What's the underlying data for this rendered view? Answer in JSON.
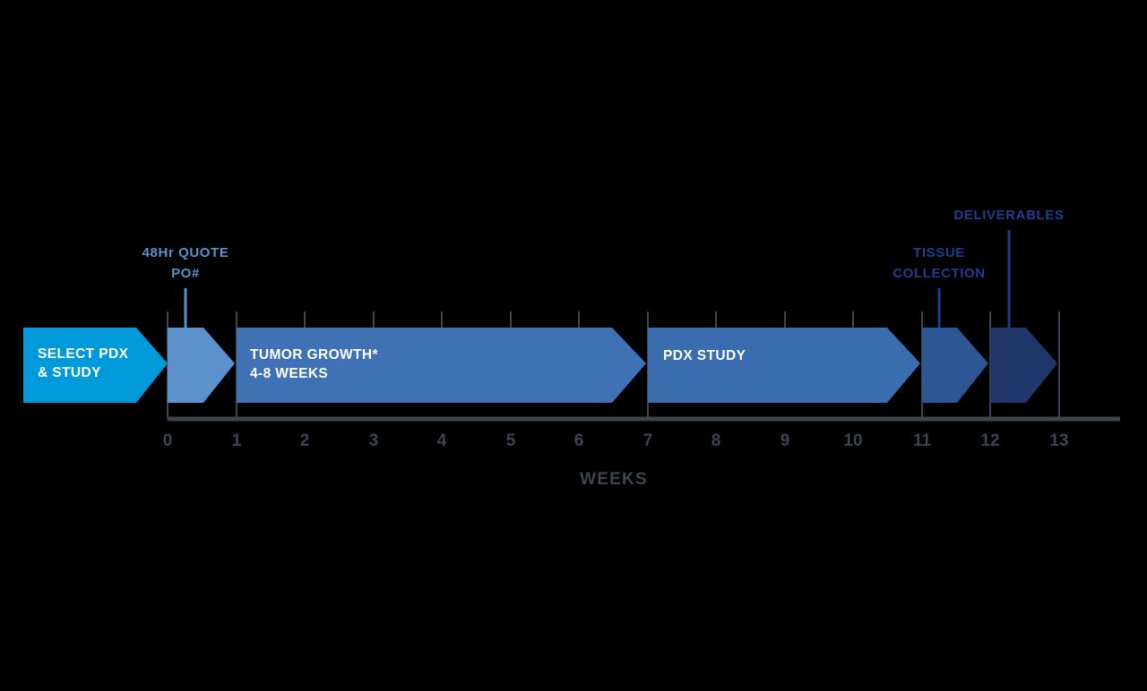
{
  "figure": {
    "background_color": "#000000",
    "axis_title": "WEEKS",
    "axis_color": "#3b4653",
    "axis_tick_labels": [
      "0",
      "1",
      "2",
      "3",
      "4",
      "5",
      "6",
      "7",
      "8",
      "9",
      "10",
      "11",
      "12",
      "13"
    ],
    "axis_range": [
      0,
      13
    ]
  },
  "phases": [
    {
      "id": "select-pdx",
      "line1": "SELECT PDX",
      "line2": "& STUDY",
      "color": "#0099da",
      "start_week": -2.25,
      "end_week": 0.0
    },
    {
      "id": "quote-po",
      "line1": "",
      "line2": "",
      "color": "#5b91cd",
      "start_week": 0.0,
      "end_week": 1.0
    },
    {
      "id": "tumor-growth",
      "line1": "TUMOR GROWTH*",
      "line2": "4-8 WEEKS",
      "color": "#3e72b5",
      "start_week": 1.0,
      "end_week": 7.0
    },
    {
      "id": "pdx-study",
      "line1": "PDX STUDY",
      "line2": "",
      "color": "#3a6cb0",
      "start_week": 7.0,
      "end_week": 11.0
    },
    {
      "id": "tissue-collection",
      "line1": "",
      "line2": "",
      "color": "#2d5694",
      "start_week": 11.0,
      "end_week": 12.0
    },
    {
      "id": "deliverables",
      "line1": "",
      "line2": "",
      "color": "#1f3668",
      "start_week": 12.0,
      "end_week": 13.0
    }
  ],
  "callouts": [
    {
      "id": "quote-po",
      "line1": "48Hr QUOTE",
      "line2": "PO#",
      "color": "#5b91cd",
      "week": 0.36
    },
    {
      "id": "tissue-collection",
      "line1": "TISSUE",
      "line2": "COLLECTION",
      "color": "#1f3e8c",
      "week": 11.45
    },
    {
      "id": "deliverables",
      "line1": "DELIVERABLES",
      "line2": "",
      "color": "#1f3e8c",
      "week": 12.42
    }
  ]
}
